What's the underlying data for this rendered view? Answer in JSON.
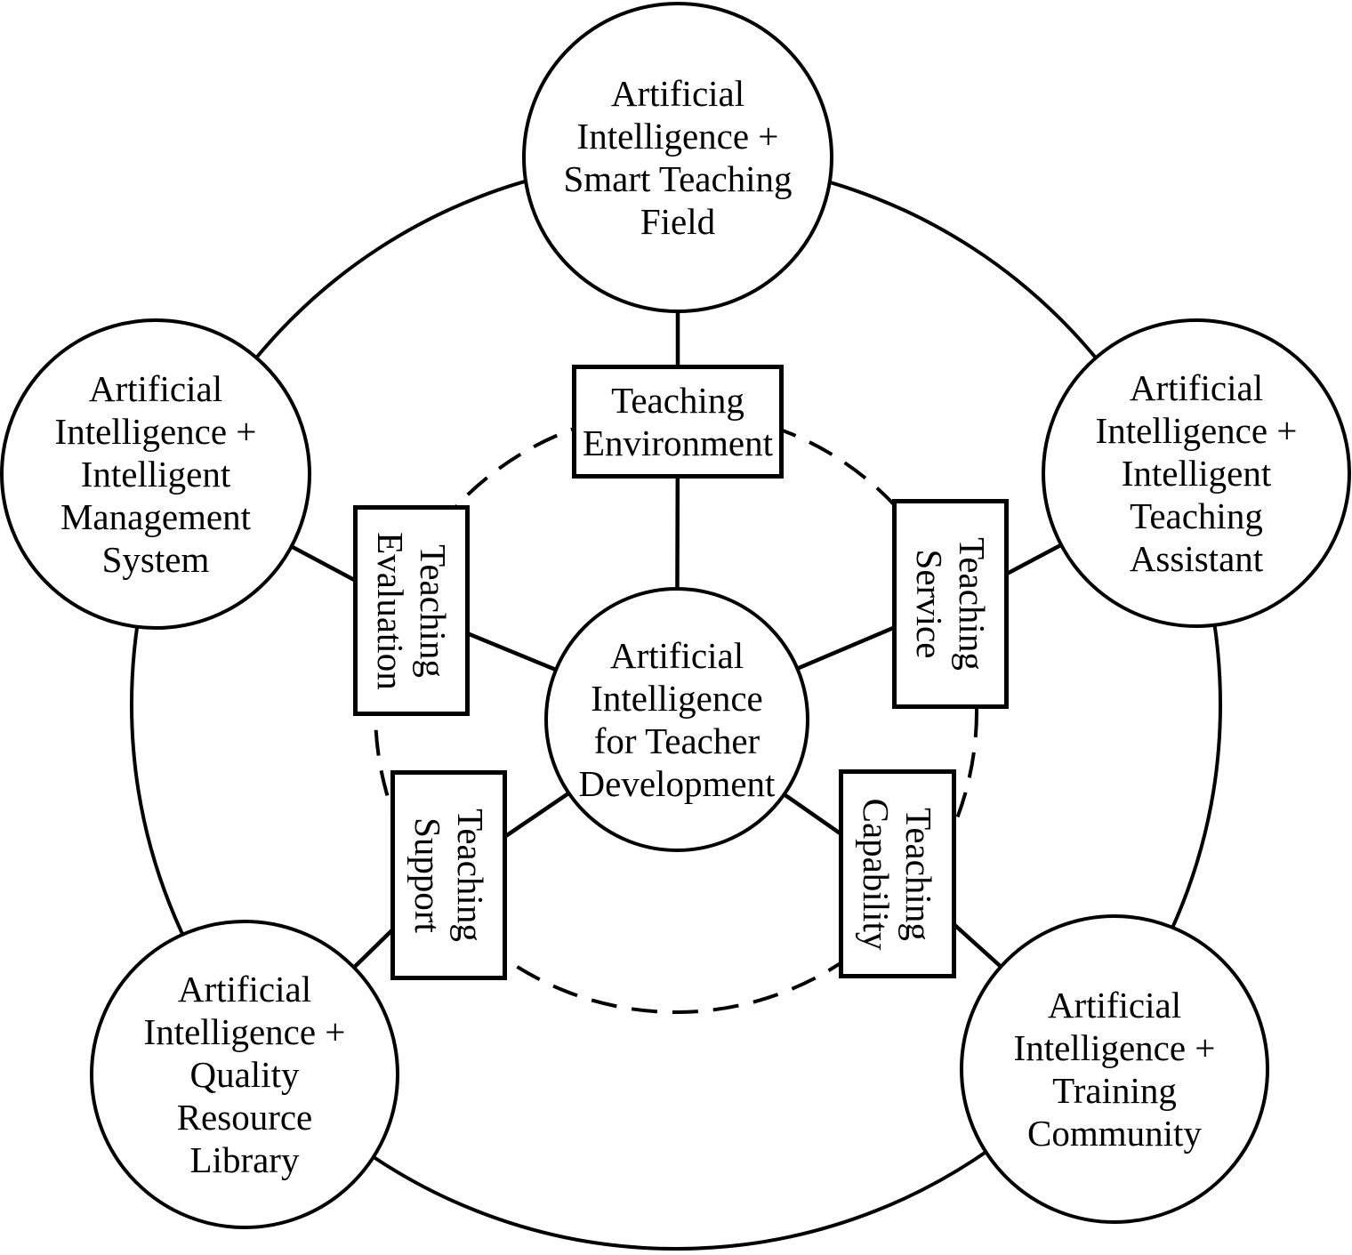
{
  "diagram": {
    "center_node": {
      "label": "Artificial\nIntelligence\nfor Teacher\nDevelopment"
    },
    "dimension_boxes": {
      "environment": {
        "label": "Teaching\nEnvironment"
      },
      "evaluation": {
        "label": "Teaching\nEvaluation"
      },
      "service": {
        "label": "Teaching\nService"
      },
      "support": {
        "label": "Teaching\nSupport"
      },
      "capability": {
        "label": "Teaching\nCapability"
      }
    },
    "outer_nodes": {
      "smart_teaching_field": {
        "label": "Artificial\nIntelligence +\nSmart Teaching\nField"
      },
      "intelligent_management_system": {
        "label": "Artificial\nIntelligence +\nIntelligent\nManagement\nSystem"
      },
      "intelligent_teaching_assistant": {
        "label": "Artificial\nIntelligence +\nIntelligent\nTeaching\nAssistant"
      },
      "quality_resource_library": {
        "label": "Artificial\nIntelligence +\nQuality\nResource\nLibrary"
      },
      "training_community": {
        "label": "Artificial\nIntelligence +\nTraining\nCommunity"
      }
    },
    "colors": {
      "stroke": "#000000",
      "background": "#ffffff"
    }
  }
}
